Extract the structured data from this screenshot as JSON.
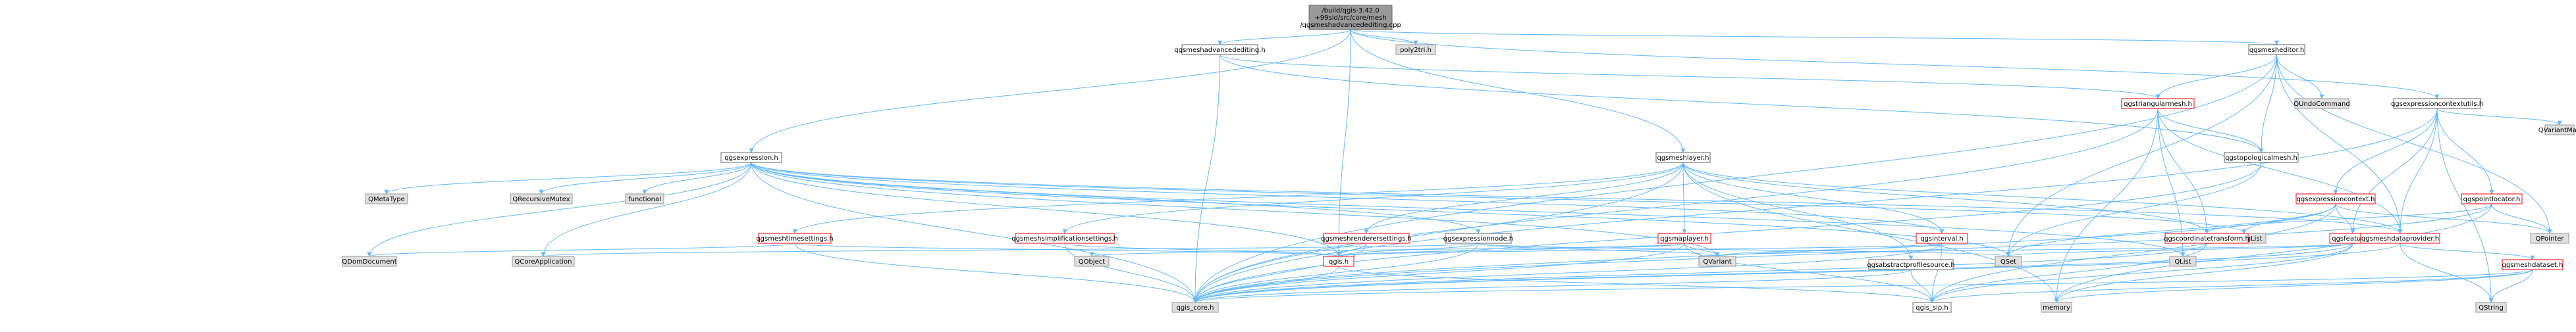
{
  "colors": {
    "edge": "#63b8ff",
    "node_fill": "#ffffff",
    "node_border": "#666666",
    "red_border": "#ff0000",
    "external_fill": "#e0e0e0",
    "external_border": "#999999",
    "root_fill": "#999999",
    "root_border": "#666666"
  },
  "nodes": {
    "root": [
      "/build/qgis-3.42.0",
      "+99sid/src/core/mesh",
      "/qgsmeshadvancedediting.cpp"
    ],
    "qgsmeshadvancedediting_h": [
      "qgsmeshadvancedediting.h"
    ],
    "poly2tri_h": [
      "poly2tri.h"
    ],
    "qgsmesheditor_h": [
      "qgsmesheditor.h"
    ],
    "qgsexpressioncontextutils_h": [
      "qgsexpressioncontextutils.h"
    ],
    "qgstriangularmesh_h": [
      "qgstriangularmesh.h"
    ],
    "qundocommand": [
      "QUndoCommand"
    ],
    "qvariantmap": [
      "QVariantMap"
    ],
    "qgsexpression_h": [
      "qgsexpression.h"
    ],
    "qgsmeshlayer_h": [
      "qgsmeshlayer.h"
    ],
    "qgstopologicalmesh_h": [
      "qgstopologicalmesh.h"
    ],
    "qgsexpressioncontext_h": [
      "qgsexpressioncontext.h"
    ],
    "qgspointlocator_h": [
      "qgspointlocator.h"
    ],
    "qmetatype": [
      "QMetaType"
    ],
    "qrecursivemutex": [
      "QRecursiveMutex"
    ],
    "functional": [
      "functional"
    ],
    "qstringlist": [
      "QStringList"
    ],
    "qpointer": [
      "QPointer"
    ],
    "qgsmeshtimesettings_h": [
      "qgsmeshtimesettings.h"
    ],
    "qgsmeshsimplificationsettings_h": [
      "qgsmeshsimplificationsettings.h"
    ],
    "qgsmeshrenderersettings_h": [
      "qgsmeshrenderersettings.h"
    ],
    "qgsexpressionnode_h": [
      "qgsexpressionnode.h"
    ],
    "qgsmaplayer_h": [
      "qgsmaplayer.h"
    ],
    "qgsinterval_h": [
      "qgsinterval.h"
    ],
    "qgscoordinatetransform_h": [
      "qgscoordinatetransform.h"
    ],
    "qgsfeature_h": [
      "qgsfeature.h"
    ],
    "qgsmeshdataprovider_h": [
      "qgsmeshdataprovider.h"
    ],
    "qdomdocument": [
      "QDomDocument"
    ],
    "qcoreapplication": [
      "QCoreApplication"
    ],
    "qobject": [
      "QObject"
    ],
    "qgis_h": [
      "qgis.h"
    ],
    "qvariant": [
      "QVariant"
    ],
    "qgsabstractprofilesource_h": [
      "qgsabstractprofilesource.h"
    ],
    "qset": [
      "QSet"
    ],
    "qlist": [
      "QList"
    ],
    "qgsmeshdataset_h": [
      "qgsmeshdataset.h"
    ],
    "qgis_core_h": [
      "qgis_core.h"
    ],
    "qgis_sip_h": [
      "qgis_sip.h"
    ],
    "memory": [
      "memory"
    ],
    "qstring": [
      "QString"
    ]
  }
}
